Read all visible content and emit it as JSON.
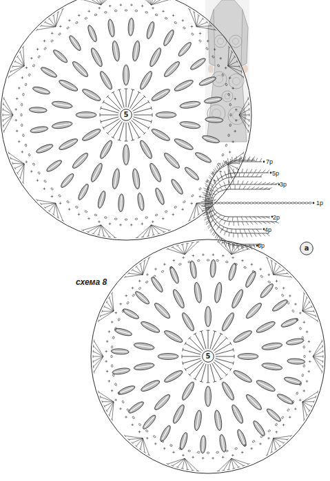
{
  "diagram": {
    "nodes": [
      {
        "text": [
          "5"
        ]
      },
      {
        "text": [
          "а"
        ]
      },
      {
        "text": [
          "5"
        ]
      }
    ],
    "labels": [
      "7р",
      "5р",
      "3р",
      "1р",
      "2р",
      "4р",
      "6р",
      "схема 8"
    ]
  }
}
